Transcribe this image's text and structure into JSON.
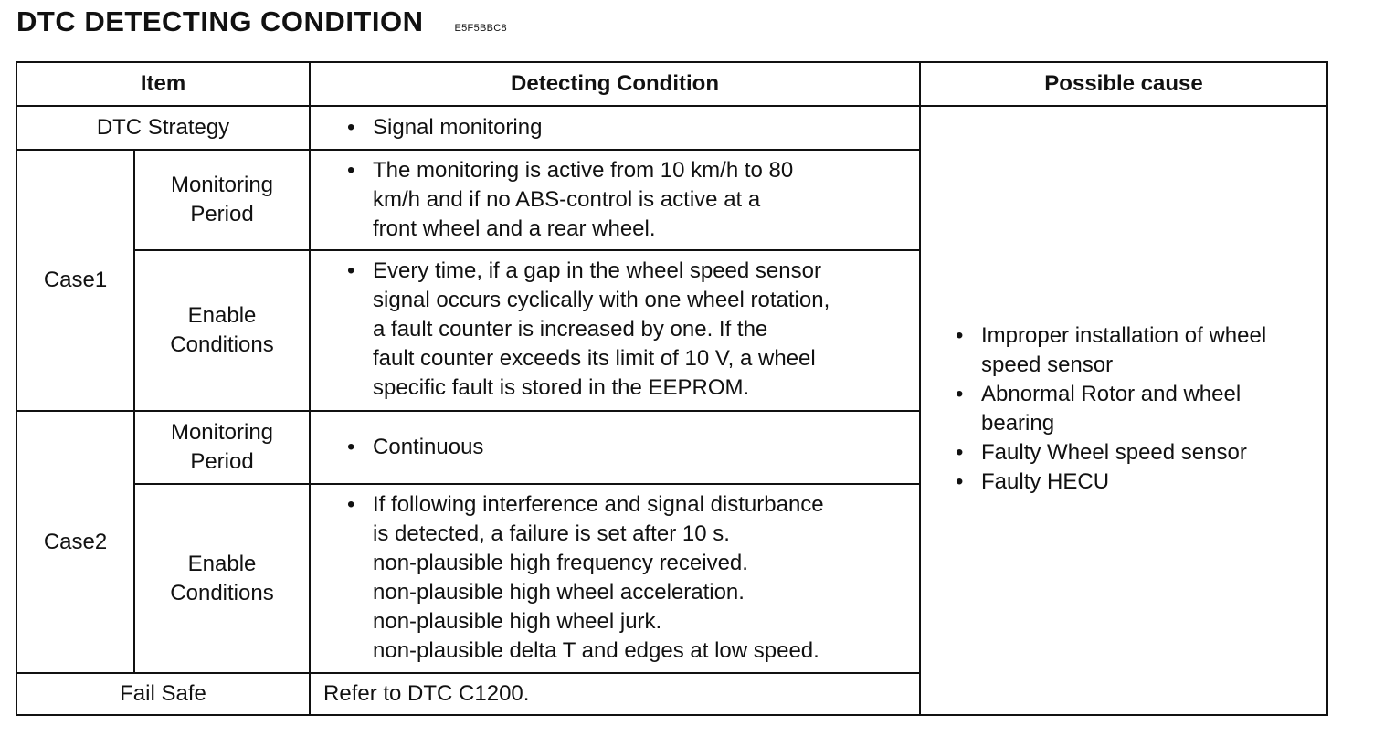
{
  "header": {
    "title": "DTC DETECTING CONDITION",
    "code": "E5F5BBC8"
  },
  "table": {
    "columns": {
      "item": "Item",
      "condition": "Detecting Condition",
      "cause": "Possible cause"
    },
    "strategy": {
      "label": "DTC Strategy",
      "value": "Signal monitoring"
    },
    "case1": {
      "label": "Case1",
      "monitoring_period": {
        "label_lines": [
          "Monitoring",
          "Period"
        ],
        "lines": [
          "The monitoring is active from 10 km/h to 80",
          "km/h and if no ABS-control is active at a",
          "front wheel and a rear wheel."
        ]
      },
      "enable_conditions": {
        "label_lines": [
          "Enable",
          "Conditions"
        ],
        "lines": [
          "Every time, if a gap in the wheel speed sensor",
          "signal occurs cyclically with one wheel rotation,",
          "a fault counter is increased by one.  If the",
          "fault counter exceeds its limit of 10 V, a wheel",
          "specific fault is stored in the EEPROM."
        ]
      }
    },
    "case2": {
      "label": "Case2",
      "monitoring_period": {
        "label_lines": [
          "Monitoring",
          "Period"
        ],
        "value": "Continuous"
      },
      "enable_conditions": {
        "label_lines": [
          "Enable",
          "Conditions"
        ],
        "lines": [
          "If following interference and signal disturbance",
          "is detected, a failure is set after 10 s.",
          "non-plausible high frequency received.",
          "non-plausible high wheel acceleration.",
          "non-plausible high wheel jurk.",
          "non-plausible delta T and edges at low speed."
        ]
      }
    },
    "fail_safe": {
      "label": "Fail Safe",
      "value": "Refer to DTC C1200."
    },
    "possible_causes": [
      {
        "lines": [
          "Improper installation of wheel",
          "speed sensor"
        ]
      },
      {
        "lines": [
          "Abnormal Rotor and wheel",
          "bearing"
        ]
      },
      {
        "lines": [
          "Faulty Wheel speed sensor"
        ]
      },
      {
        "lines": [
          "Faulty HECU"
        ]
      }
    ]
  }
}
